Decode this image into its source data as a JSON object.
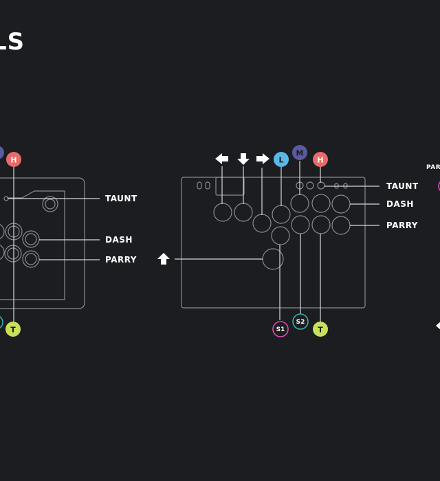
{
  "page": {
    "title": "LS"
  },
  "colors": {
    "background": "#1c1d20",
    "outline": "#8a8b90",
    "line": "#d8d8dc",
    "L": "#5bb8e6",
    "M": "#5a5aa0",
    "H": "#e86a6a",
    "S1": "#e04ab6",
    "S2": "#2fb3b0",
    "T": "#c9e05a"
  },
  "badges": {
    "L": "L",
    "M": "M",
    "H": "H",
    "S1": "S1",
    "S2": "S2",
    "T": "T"
  },
  "left_controller": {
    "taunt_label": "TAUNT",
    "dash_label": "DASH",
    "parry_label": "PARRY"
  },
  "center_controller": {
    "taunt_label": "TAUNT",
    "dash_label": "DASH",
    "parry_label": "PARRY"
  },
  "right_controller": {
    "parry_label": "PAR"
  },
  "icons": {
    "left": "arrow-left-icon",
    "down": "arrow-down-icon",
    "right": "arrow-right-icon",
    "up": "arrow-up-icon"
  }
}
